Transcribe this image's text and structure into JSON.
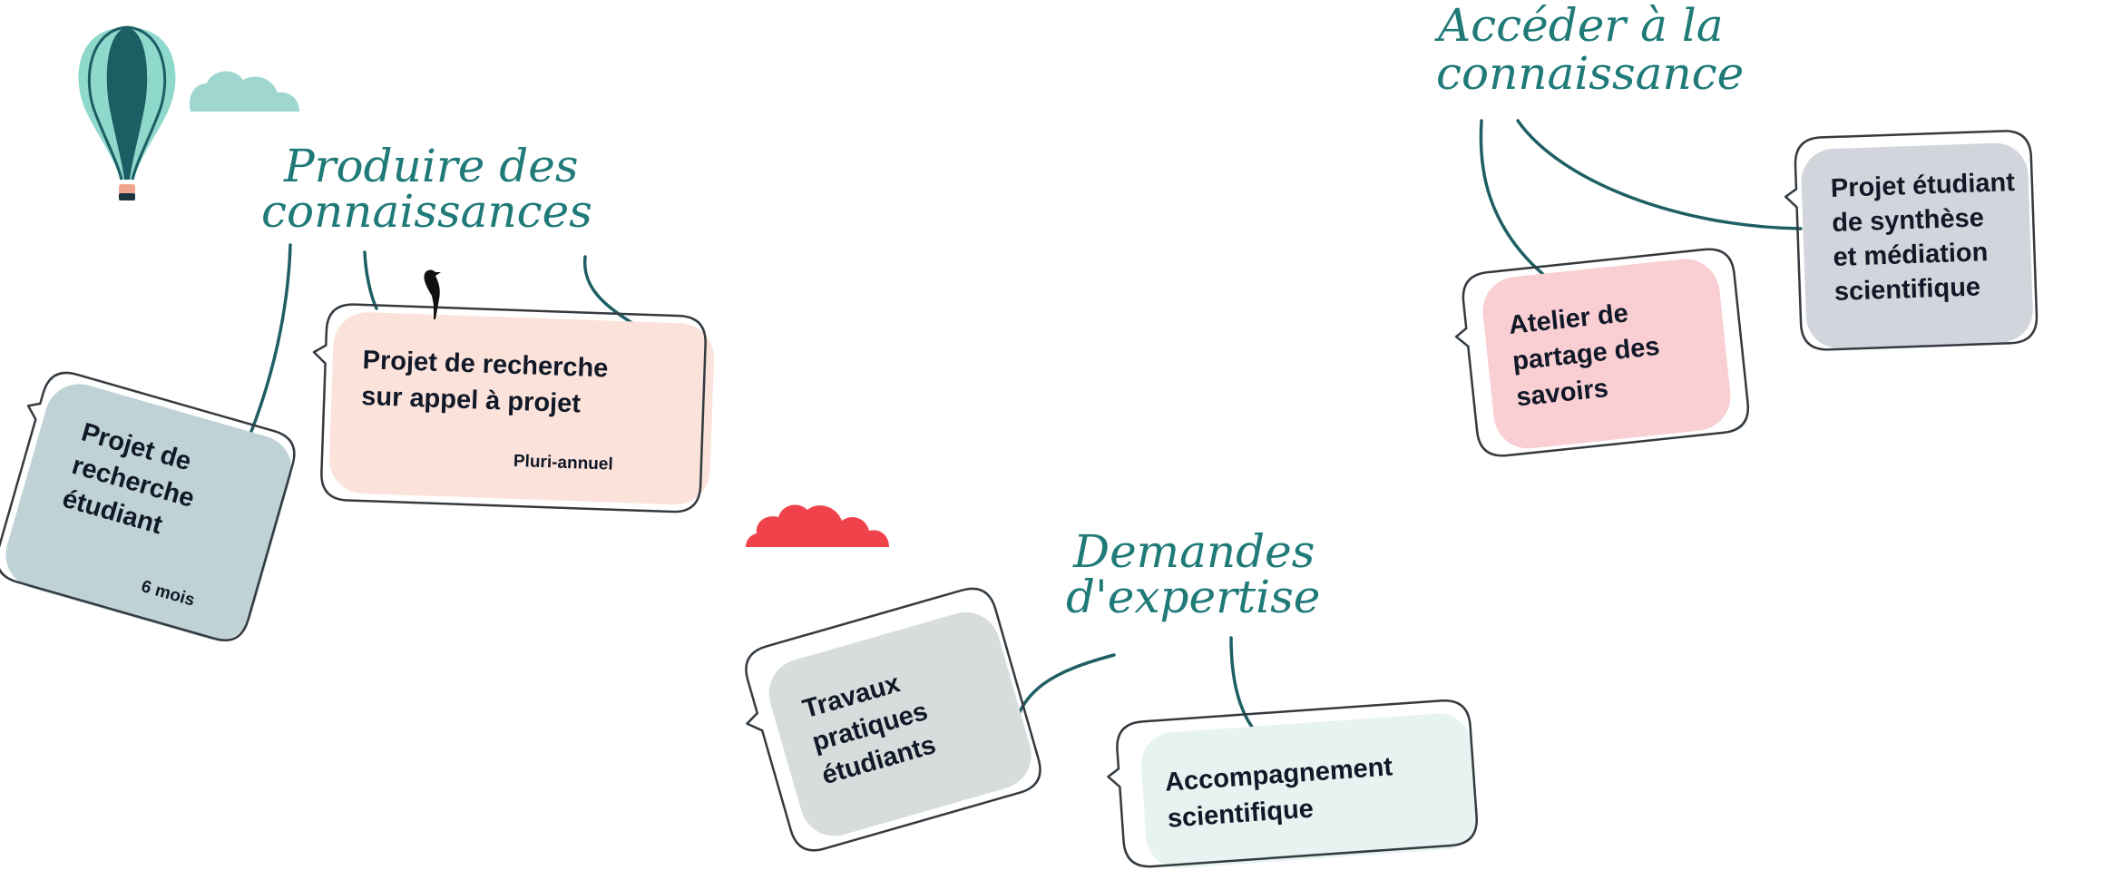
{
  "headings": {
    "produire": [
      "Produire des",
      "connaissances"
    ],
    "acceder": [
      "Accéder à la",
      "connaissance"
    ],
    "demandes": [
      "Demandes",
      "d'expertise"
    ]
  },
  "cards": {
    "projet_recherche_etudiant": {
      "lines": [
        "Projet de",
        "recherche",
        "étudiant"
      ],
      "duration": "6 mois",
      "fill": "#bfd3d6"
    },
    "projet_recherche_appel": {
      "lines": [
        "Projet de recherche",
        "sur appel à projet"
      ],
      "duration": "Pluri-annuel",
      "fill": "#fbe3dc"
    },
    "atelier_partage": {
      "lines": [
        "Atelier de",
        "partage des",
        "savoirs"
      ],
      "fill": "#f9cfd3"
    },
    "projet_etudiant_synthese": {
      "lines": [
        "Projet étudiant",
        "de synthèse",
        "et médiation",
        "scientifique"
      ],
      "fill": "#d3d5dc"
    },
    "travaux_pratiques": {
      "lines": [
        "Travaux",
        "pratiques",
        "étudiants"
      ],
      "fill": "#d7dcdc"
    },
    "accompagnement": {
      "lines": [
        "Accompagnement",
        "scientifique"
      ],
      "fill": "#e6f3f1"
    }
  },
  "colors": {
    "teal_heading": "#1f7a78",
    "link": "#1f5f63",
    "balloon_light": "#8fd8cc",
    "balloon_dark": "#1d5d64",
    "cloud_teal": "#9fd6cf",
    "cloud_red": "#f0424a"
  },
  "icons": [
    "hot-air-balloon-icon",
    "cloud-icon",
    "bird-icon"
  ]
}
